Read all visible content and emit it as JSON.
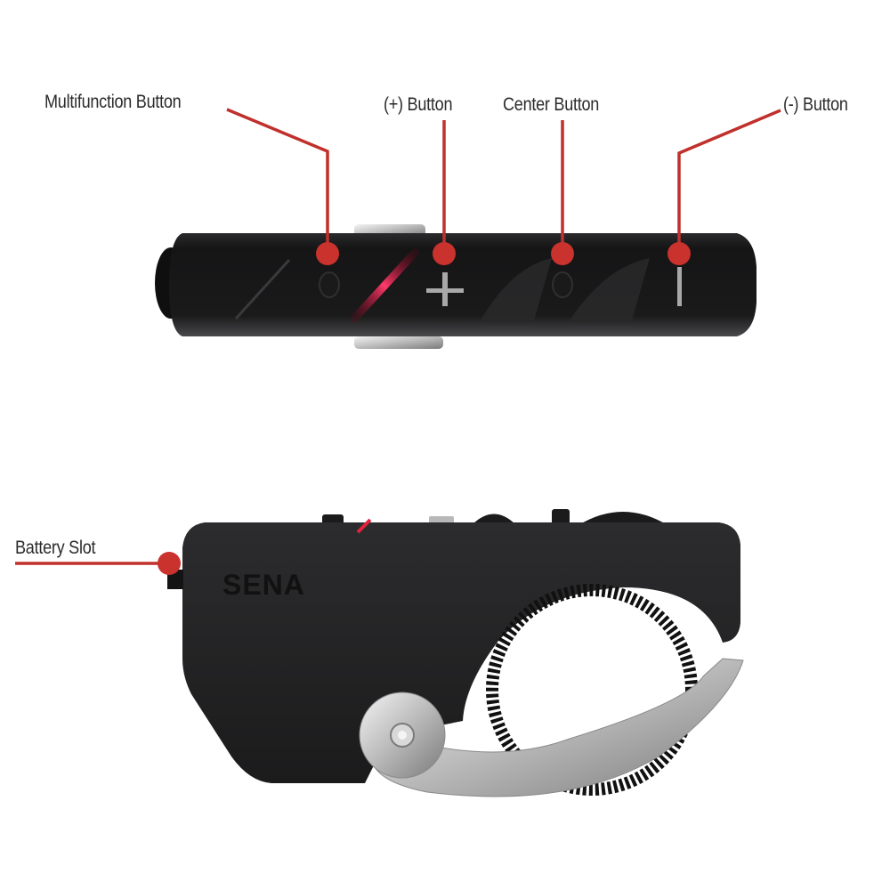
{
  "colors": {
    "annotation": "#c0302c",
    "device_body": "#1c1c1e",
    "led": "#ff2a55",
    "metal": "#c9c9c9"
  },
  "top_view": {
    "callouts": [
      {
        "id": "multifunction",
        "label": "Multifunction Button"
      },
      {
        "id": "plus",
        "label": "(+) Button"
      },
      {
        "id": "center",
        "label": "Center Button"
      },
      {
        "id": "minus",
        "label": "(-) Button"
      }
    ],
    "symbols": {
      "plus": "+",
      "minus": "|"
    }
  },
  "side_view": {
    "callouts": [
      {
        "id": "battery",
        "label": "Battery Slot"
      }
    ],
    "brand_logo": "SENA"
  }
}
